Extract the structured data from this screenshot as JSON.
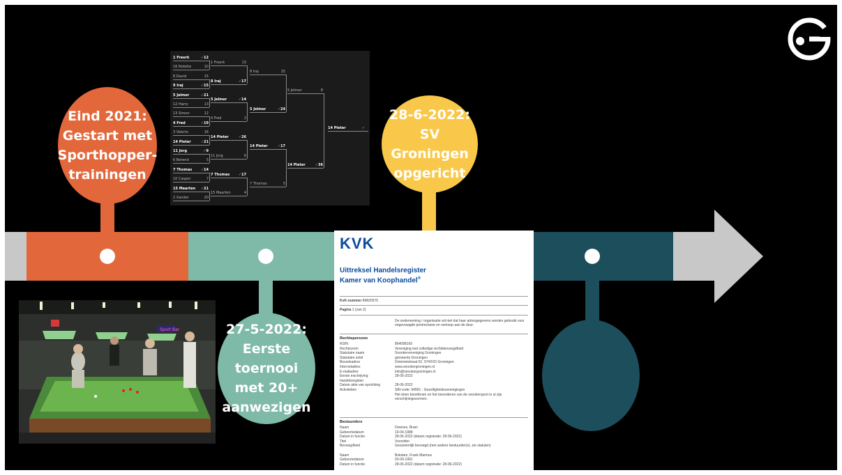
{
  "bubbles": {
    "b1": "Eind 2021:\nGestart met\nSporthopper-\ntrainingen",
    "b2": "27-5-2022:\nEerste toernooi\nmet 20+\naanwezigen",
    "b3": "28-6-2022:\nSV Groningen\nopgericht"
  },
  "colors": {
    "orange": "#e2683c",
    "teal_light": "#7fb9a7",
    "yellow": "#f9c84a",
    "teal_dark": "#1c4e5c",
    "gray": "#c8c8c8"
  },
  "bracket": {
    "r1": [
      {
        "seed": "1",
        "name": "Freerk",
        "score": "12",
        "win": true
      },
      {
        "seed": "16",
        "name": "Nolette",
        "score": "10",
        "win": false
      },
      {
        "seed": "8",
        "name": "David",
        "score": "15",
        "win": false
      },
      {
        "seed": "9",
        "name": "Iraj",
        "score": "15",
        "win": true
      },
      {
        "seed": "5",
        "name": "Jelmer",
        "score": "21",
        "win": true
      },
      {
        "seed": "12",
        "name": "Harry",
        "score": "13",
        "win": false
      },
      {
        "seed": "13",
        "name": "Simon",
        "score": "12",
        "win": false
      },
      {
        "seed": "4",
        "name": "Fred",
        "score": "19",
        "win": true
      },
      {
        "seed": "3",
        "name": "Valerio",
        "score": "16",
        "win": false
      },
      {
        "seed": "14",
        "name": "Pieter",
        "score": "21",
        "win": true
      },
      {
        "seed": "11",
        "name": "Jorg",
        "score": "9",
        "win": true
      },
      {
        "seed": "6",
        "name": "Berend",
        "score": "5",
        "win": false
      },
      {
        "seed": "7",
        "name": "Thomas",
        "score": "14",
        "win": true
      },
      {
        "seed": "10",
        "name": "Casper",
        "score": "7",
        "win": false
      },
      {
        "seed": "15",
        "name": "Maarten",
        "score": "21",
        "win": true
      },
      {
        "seed": "2",
        "name": "Xander",
        "score": "20",
        "win": false
      }
    ],
    "r2": [
      {
        "seed": "1",
        "name": "Freerk",
        "score": "13",
        "win": false
      },
      {
        "seed": "8",
        "name": "Iraj",
        "score": "17",
        "win": true
      },
      {
        "seed": "5",
        "name": "Jelmer",
        "score": "14",
        "win": true
      },
      {
        "seed": "4",
        "name": "Fred",
        "score": "2",
        "win": false
      },
      {
        "seed": "14",
        "name": "Pieter",
        "score": "26",
        "win": true
      },
      {
        "seed": "11",
        "name": "Jorg",
        "score": "6",
        "win": false
      },
      {
        "seed": "7",
        "name": "Thomas",
        "score": "17",
        "win": true
      },
      {
        "seed": "15",
        "name": "Maarten",
        "score": "4",
        "win": false
      }
    ],
    "r3": [
      {
        "seed": "8",
        "name": "Iraj",
        "score": "15",
        "win": false
      },
      {
        "seed": "5",
        "name": "Jelmer",
        "score": "24",
        "win": true
      },
      {
        "seed": "14",
        "name": "Pieter",
        "score": "17",
        "win": true
      },
      {
        "seed": "7",
        "name": "Thomas",
        "score": "5",
        "win": false
      }
    ],
    "r4": [
      {
        "seed": "5",
        "name": "Jelmer",
        "score": "8",
        "win": false
      },
      {
        "seed": "14",
        "name": "Pieter",
        "score": "36",
        "win": true
      }
    ],
    "r5": [
      {
        "seed": "14",
        "name": "Pieter",
        "score": "",
        "win": true
      }
    ]
  },
  "kvk": {
    "logo": "KVK",
    "title1": "Uittreksel Handelsregister",
    "title2": "Kamer van Koophandel",
    "reg": "®",
    "kvk_label": "KvK-nummer",
    "kvk_number": "86820575",
    "page_label": "Pagina",
    "page_value": "1 (van 2)",
    "notice": "De onderneming / organisatie wil niet dat haar adresgegevens worden gebruikt voor ongevraagde postreclame en verkoop aan de deur.",
    "sec1": "Rechtspersoon",
    "rows1": [
      {
        "k": "RSIN",
        "v": "864098169"
      },
      {
        "k": "Rechtsvorm",
        "v": "Vereniging met volledige rechtsbevoegdheid"
      },
      {
        "k": "Statutaire naam",
        "v": "Snookervereniging Groningen"
      },
      {
        "k": "Statutaire zetel",
        "v": "gemeente Groningen"
      },
      {
        "k": "Bezoekadres",
        "v": "Dolomietstraat 52, 9743VD Groningen"
      },
      {
        "k": "Internetadres",
        "v": "www.snookergroningen.nl"
      },
      {
        "k": "E-mailadres",
        "v": "info@snookergroningen.nl"
      },
      {
        "k": "Eerste inschrijving",
        "v": "28-06-2022"
      },
      {
        "k": "handelsregister",
        "v": ""
      },
      {
        "k": "Datum akte van oprichting",
        "v": "28-06-2022"
      },
      {
        "k": "Activiteiten",
        "v": "SBI-code: 94991 - Gezelligheidsverenigingen"
      },
      {
        "k": "",
        "v": "Het doen beoefenen en het bevorderen van de snookersport in al zijn"
      },
      {
        "k": "",
        "v": "verschijningsvormen."
      }
    ],
    "sec2": "Bestuurders",
    "rows2": [
      {
        "k": "Naam",
        "v": "Downes, Bram"
      },
      {
        "k": "Geboortedatum",
        "v": "19-04-1988"
      },
      {
        "k": "Datum in functie",
        "v": "28-06-2022 (datum registratie: 28-06-2022)"
      },
      {
        "k": "Titel",
        "v": "Voorzitter"
      },
      {
        "k": "Bevoegdheid",
        "v": "Gezamenlijk bevoegd (met andere bestuurder(s), zie statuten)"
      },
      {
        "k": "",
        "v": ""
      },
      {
        "k": "Naam",
        "v": "Bokdam, Frank Marinus"
      },
      {
        "k": "Geboortedatum",
        "v": "03-09-1991"
      },
      {
        "k": "Datum in functie",
        "v": "28-06-2022 (datum registratie: 28-06-2022)"
      }
    ]
  },
  "photo": {
    "sign": "Sport Bar"
  },
  "logo_icon": "g-circle-logo-icon"
}
